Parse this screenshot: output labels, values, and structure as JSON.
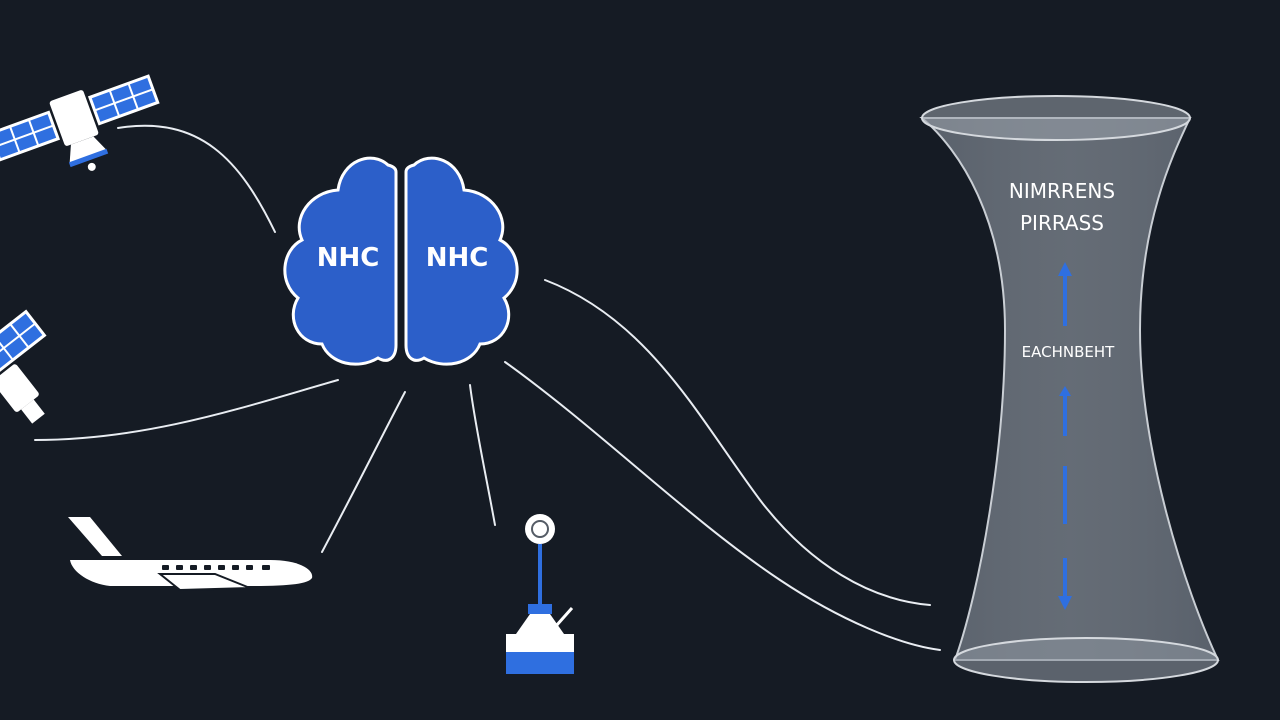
{
  "colors": {
    "background": "#151b24",
    "brain_blue": "#2c5fc9",
    "accent_blue": "#2f6fe0",
    "line": "#e9edf2",
    "cylinder_fill": "#8b939d"
  },
  "brain": {
    "left_label": "NHC",
    "right_label": "NHC"
  },
  "cylinder": {
    "title_line1": "NIMRRENS",
    "title_line2": "PIRRASS",
    "middle_label": "EACHNBEHT"
  },
  "icons": [
    "satellite-icon",
    "satellite-icon",
    "airplane-icon",
    "weather-balloon-station-icon",
    "brain-icon",
    "hourglass-cylinder-icon"
  ]
}
